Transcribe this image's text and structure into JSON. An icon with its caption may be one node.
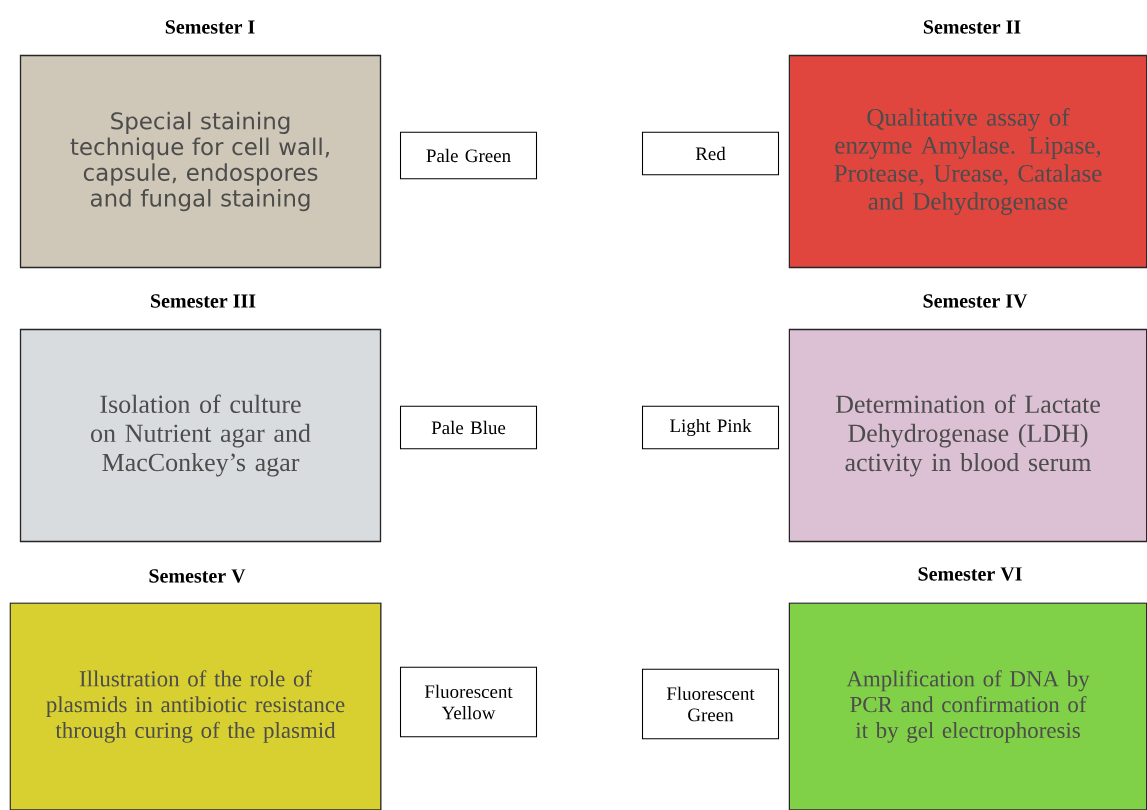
{
  "diagram": {
    "nodes": [
      {
        "text": [
          "Semester I",
          "Special staining technique for cell wall, capsule, endospores and fungal staining"
        ]
      },
      {
        "text": [
          "Pale Green"
        ]
      },
      {
        "text": [
          "Red"
        ]
      },
      {
        "text": [
          "Semester II",
          "Qualitative assay of enzyme Amylase. Lipase, Protease, Urease, Catalase and Dehydrogenase"
        ]
      },
      {
        "text": [
          "Semester III",
          "Isolation of culture on Nutrient agar and MacConkey’s agar"
        ]
      },
      {
        "text": [
          "Pale Blue"
        ]
      },
      {
        "text": [
          "Light Pink"
        ]
      },
      {
        "text": [
          "Semester IV",
          "Determination of Lactate Dehydrogenase (LDH) activity in blood serum"
        ]
      },
      {
        "text": [
          "Semester V",
          "Illustration of the role of plasmids in antibiotic resistance through curing of the plasmid"
        ]
      },
      {
        "text": [
          "Fluorescent Yellow"
        ]
      },
      {
        "text": [
          "Fluorescent Green"
        ]
      },
      {
        "text": [
          "Semester VI",
          "Amplification of DNA by PCR and confirmation of it by gel electrophoresis"
        ]
      }
    ]
  }
}
